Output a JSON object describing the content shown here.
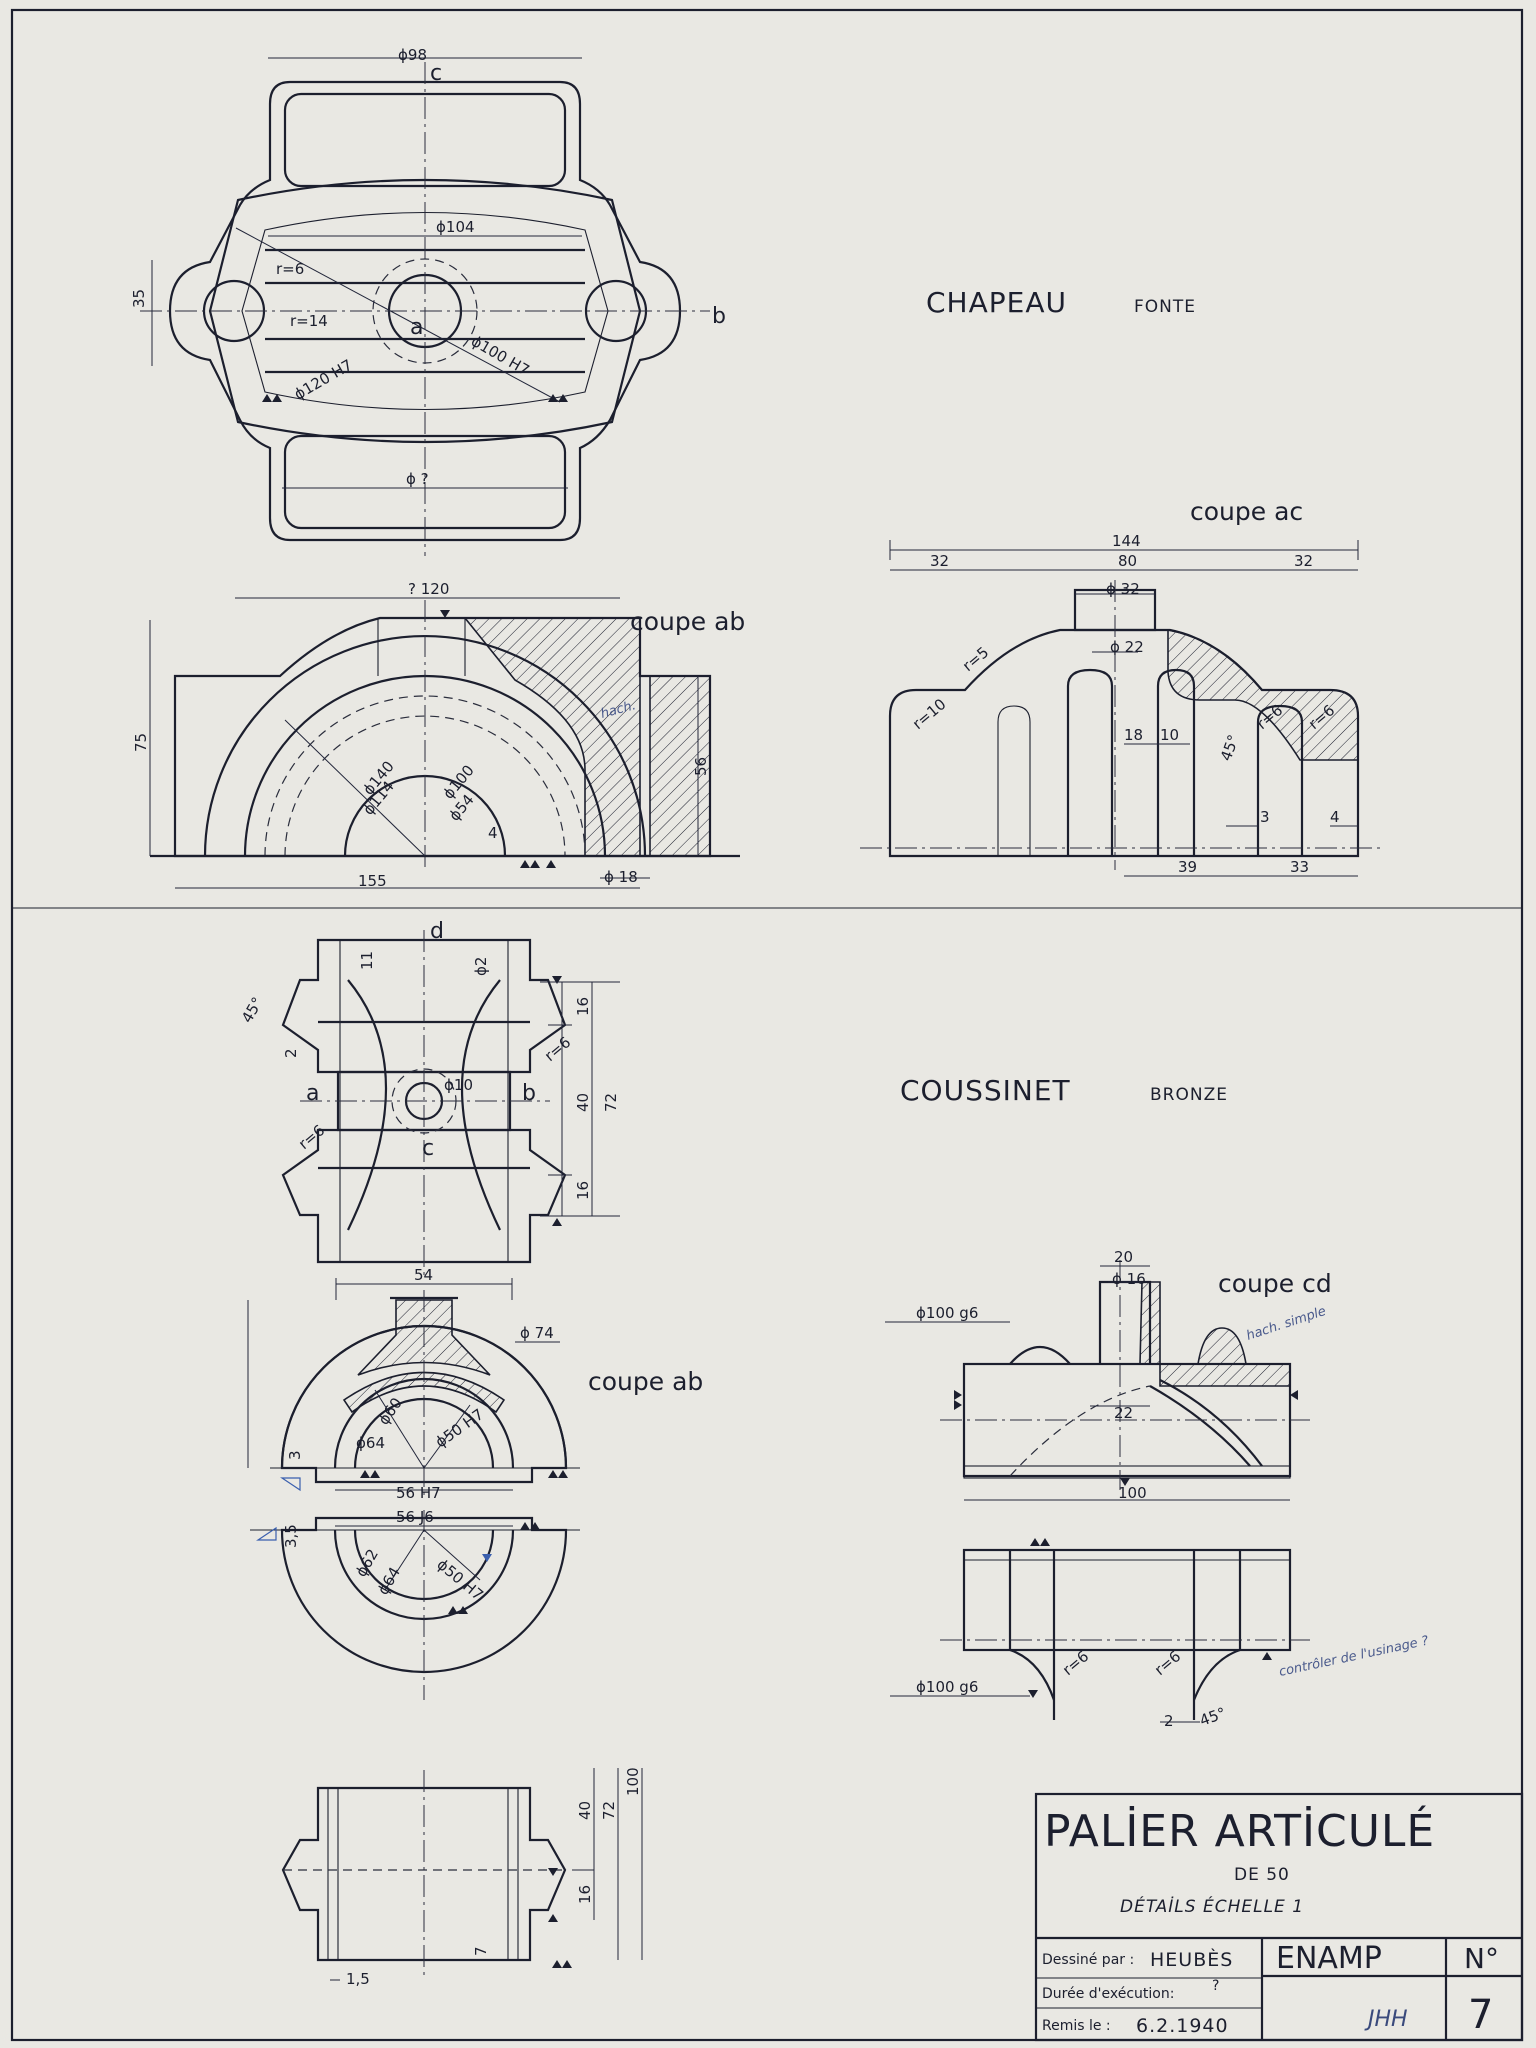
{
  "parts": {
    "chapeau": {
      "name": "CHAPEAU",
      "material": "FONTE"
    },
    "coussinet": {
      "name": "COUSSINET",
      "material": "BRONZE"
    }
  },
  "sections": {
    "coupe_ac": "coupe ac",
    "coupe_ab_top": "coupe ab",
    "coupe_ab_bottom": "coupe ab",
    "coupe_cd": "coupe cd"
  },
  "view_letters": {
    "c1": "c",
    "b1": "b",
    "a1": "a",
    "d2": "d",
    "a2": "a",
    "b2": "b",
    "c2": "c"
  },
  "dimensions": {
    "ch_top": [
      "ϕ98",
      "ϕ104",
      "35",
      "r=6",
      "r=14",
      "ϕ120 H7",
      "ϕ100 H7",
      "ϕ ?"
    ],
    "ch_ab": [
      "? 120",
      "75",
      "56",
      "155",
      "ϕ140",
      "ϕ114",
      "ϕ100",
      "ϕ54",
      "4",
      "ϕ 18"
    ],
    "ch_ac": [
      "144",
      "32",
      "80",
      "32",
      "ϕ 32",
      "ϕ 22",
      "r=5",
      "r=10",
      "18",
      "10",
      "r=6",
      "r=6",
      "45°",
      "3",
      "4",
      "39",
      "33"
    ],
    "co_front": [
      "11",
      "ϕ2",
      "45°",
      "2",
      "r=6",
      "ϕ10",
      "r=6",
      "16",
      "40",
      "72",
      "16"
    ],
    "co_ab": [
      "54",
      "ϕ 74",
      "ϕ64",
      "ϕ60",
      "ϕ50 H7",
      "3",
      "56 H7",
      "56 J6",
      "3,5",
      "ϕ62",
      "ϕ64",
      "ϕ50 H7"
    ],
    "co_cd": [
      "20",
      "ϕ 16",
      "ϕ100 g6",
      "22",
      "100",
      "ϕ100 g6",
      "r=6",
      "r=6",
      "2",
      "45°"
    ],
    "co_side": [
      "40",
      "72",
      "100",
      "16",
      "7",
      "1,5"
    ]
  },
  "notes": {
    "n1": "hach. simple",
    "n2": "hach.",
    "n3": "contrôler de l'usinage ?"
  },
  "title_block": {
    "title": "PALİER ARTİCULÉ",
    "line2": "DE 50",
    "line3": "DÉTAİLS   ÉCHELLE 1",
    "drawn_by_label": "Dessiné par :",
    "drawn_by": "HEUBÈS",
    "school": "ENAMP",
    "number_label": "N°",
    "duration_label": "Durée d'exécution:",
    "duration": "?",
    "delivered_label": "Remis le :",
    "date": "6.2.1940",
    "number": "7",
    "signature": "JHH"
  }
}
